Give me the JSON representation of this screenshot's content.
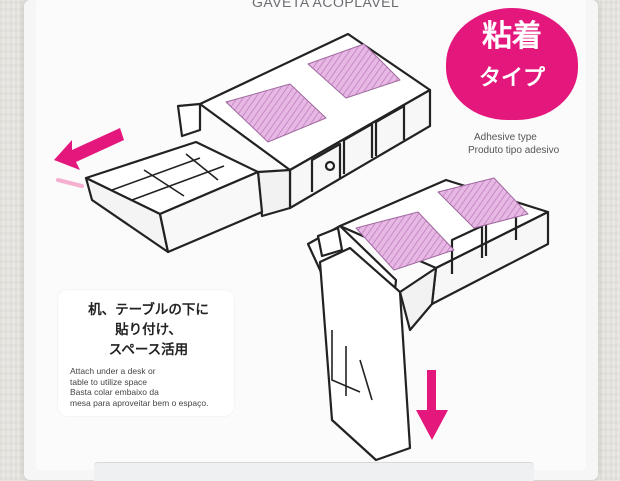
{
  "header": {
    "title": "GAVETA ACOPLAVEL"
  },
  "badge": {
    "line1": "粘着",
    "line2": "タイプ",
    "english": "Adhesive type",
    "portuguese": "Produto tipo adesivo",
    "color": "#e4177c"
  },
  "note": {
    "jp_lines": [
      "机、テーブルの下に",
      "貼り付け、",
      "スペース活用"
    ],
    "en_lines": [
      "Attach under a desk or",
      "table to utilize space"
    ],
    "pt_lines": [
      "Basta colar embaixo da",
      "mesa para aproveitar bem o espaço."
    ]
  },
  "colors": {
    "arrow": "#e4177c",
    "adhesive_pad": "#d9a8d8",
    "outline": "#222222"
  },
  "icons": {
    "left_arrow": "arrow-left-icon",
    "down_arrow": "arrow-down-icon"
  }
}
